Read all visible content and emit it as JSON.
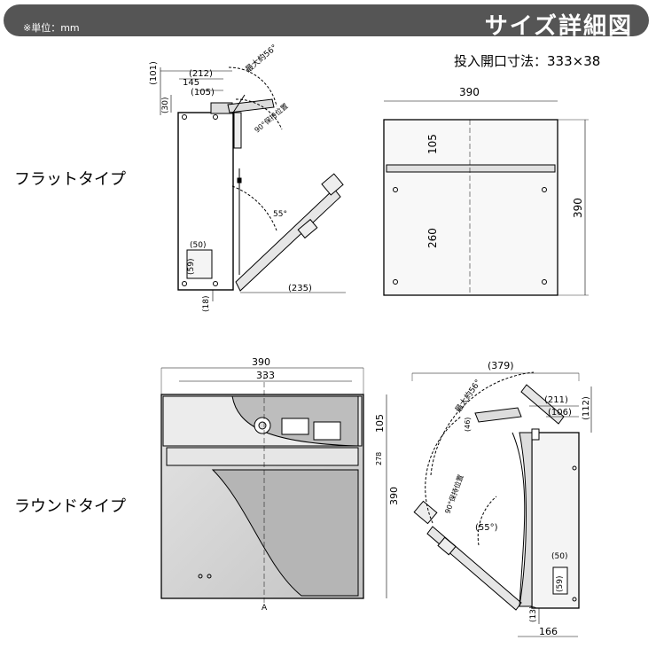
{
  "header": {
    "unit": "※単位：mm",
    "title": "サイズ詳細図"
  },
  "opening_note": "投入開口寸法：333×38",
  "flat": {
    "label": "フラットタイプ",
    "side": {
      "d212": "(212)",
      "d145": "145",
      "d105": "(105)",
      "d101": "(101)",
      "d30": "(30)",
      "max_open": "最大約56°",
      "hold": "90°保持位置",
      "angle55": "55°",
      "d235": "(235)",
      "d50": "(50)",
      "d59": "(59)",
      "d18": "(18)"
    },
    "front": {
      "w390": "390",
      "h105": "105",
      "h260": "260",
      "h390": "390"
    }
  },
  "round": {
    "label": "ラウンドタイプ",
    "front": {
      "w390": "390",
      "w333": "333",
      "h105": "105",
      "h278": "278",
      "h390": "390",
      "mark": "A"
    },
    "side": {
      "d379": "(379)",
      "max_open": "最大約56°",
      "d211": "(211)",
      "d106": "(106)",
      "d112": "(112)",
      "d46": "(46)",
      "hold": "90°保持位置",
      "angle55": "(55°)",
      "d50": "(50)",
      "d59": "(59)",
      "d13": "(13)",
      "d166": "166"
    }
  }
}
